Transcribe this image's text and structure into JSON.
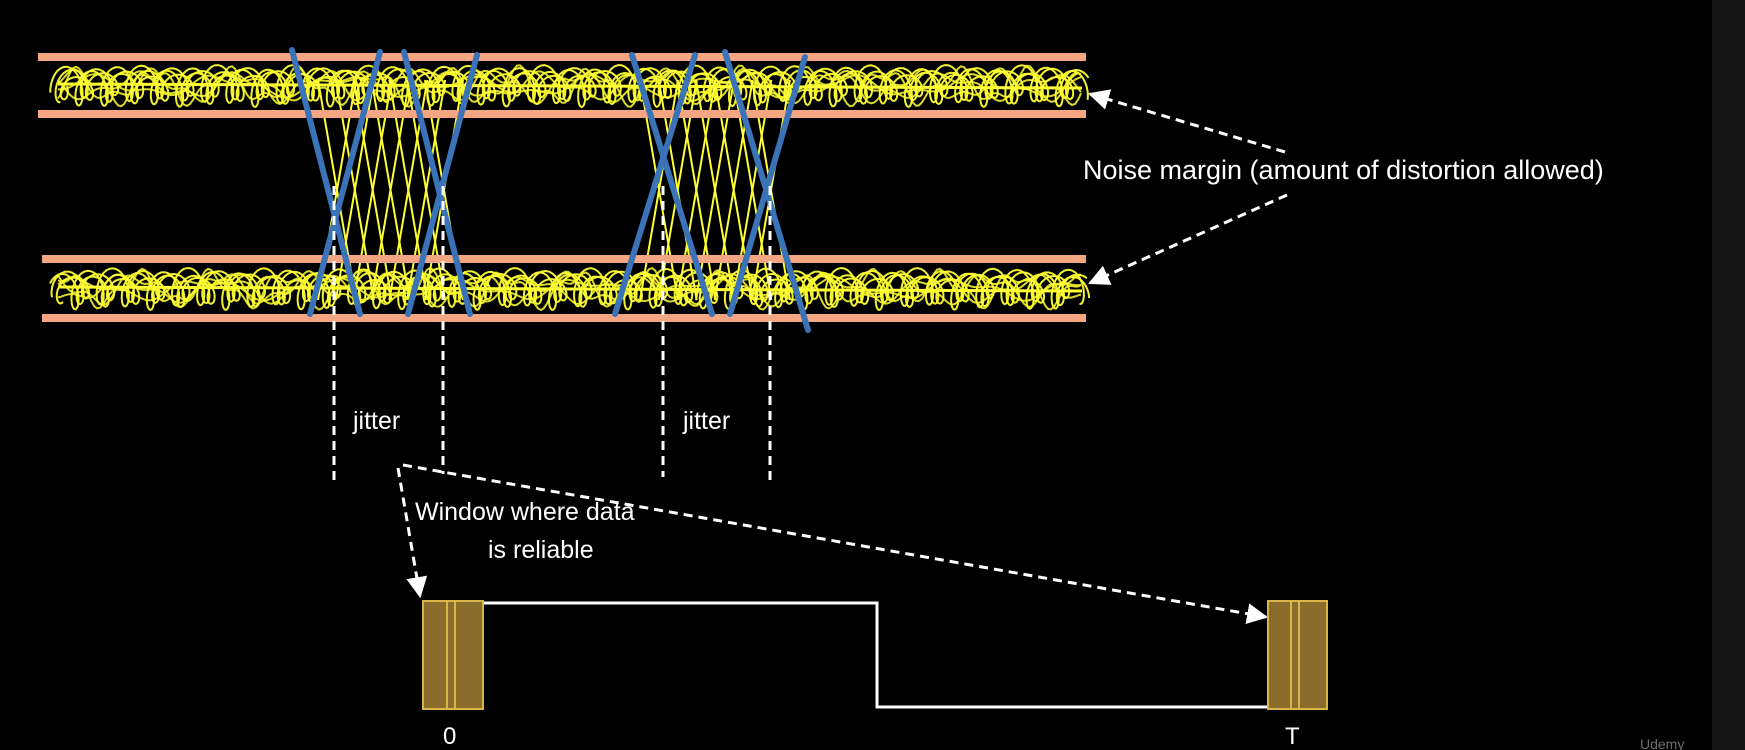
{
  "labels": {
    "noise_margin": "Noise margin (amount of distortion allowed)",
    "jitter_left": "jitter",
    "jitter_right": "jitter",
    "window_line1": "Window where data",
    "window_line2": "is reliable",
    "t_start": "0",
    "t_end": "T",
    "watermark": "Udemy"
  },
  "colors": {
    "background": "#000000",
    "margin_band": "#f4a582",
    "noise_signal": "#ffff33",
    "transition_edges": "#3a73b8",
    "window_box_fill": "#8a6d2c",
    "window_box_border": "#d9b44a",
    "annotation": "#ffffff"
  },
  "icons": {
    "annotation_arrows": "dashed-arrow",
    "window_markers": "double-bar-box"
  }
}
